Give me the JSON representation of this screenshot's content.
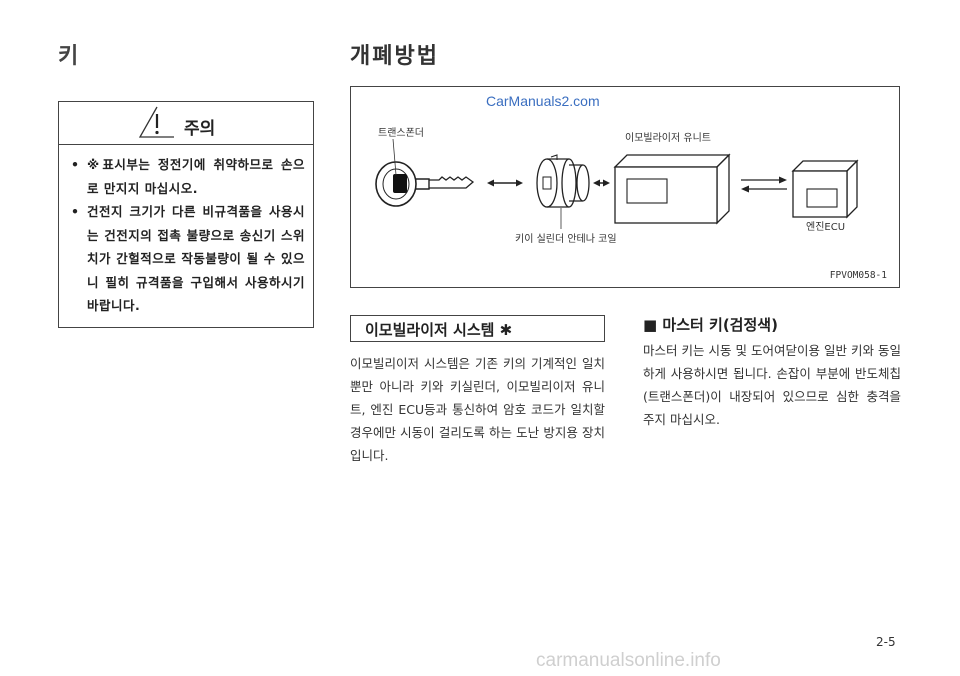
{
  "header": {
    "section": "키",
    "title": "개폐방법"
  },
  "caution": {
    "title": "주의",
    "items": [
      "※표시부는 정전기에 취약하므로 손으로 만지지 마십시오.",
      "건전지 크기가 다른 비규격품을 사용시는 건전지의 접촉 불량으로 송신기 스위치가 간헐적으로 작동불량이 될 수 있으니 필히 규격품을 구입해서 사용하시기 바랍니다."
    ]
  },
  "diagram": {
    "watermark": "CarManuals2.com",
    "labels": {
      "transponder": "트랜스폰더",
      "immobilizer_unit": "이모빌라이저 유니트",
      "antenna_coil": "키이 실린더 안테나 코일",
      "engine_ecu": "엔진ECU"
    },
    "figure_code": "FPVOM058-1"
  },
  "immobilizer": {
    "title": "이모빌라이저 시스템 ✱",
    "text": "이모빌리이저 시스템은 기존 키의 기계적인 일치뿐만 아니라 키와 키실린더, 이모빌리이저 유니트, 엔진 ECU등과 통신하여 암호 코드가 일치할 경우에만 시동이 걸리도록 하는 도난 방지용 장치입니다."
  },
  "master_key": {
    "title": "■ 마스터 키(검정색)",
    "text": "마스터 키는 시동 및 도어여닫이용 일반 키와 동일하게 사용하시면 됩니다. 손잡이 부분에 반도체칩(트랜스폰더)이 내장되어 있으므로 심한 충격을 주지 마십시오."
  },
  "page_number": "2-5",
  "footer_watermark": "carmanualsonline.info"
}
